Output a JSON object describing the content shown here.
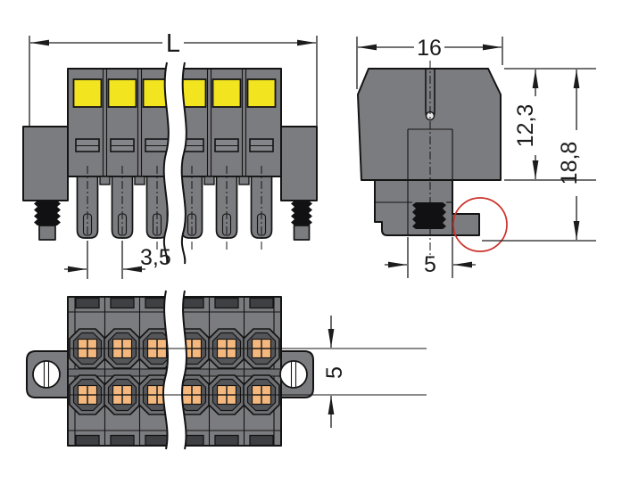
{
  "drawing": {
    "type": "connector-technical-dimension-drawing",
    "front_view": {
      "dim_total_width": "L",
      "dim_pole_pitch": "3,5"
    },
    "side_view": {
      "dim_depth": "16",
      "dim_upper_height": "12,3",
      "dim_total_height": "18,8",
      "dim_foot_width": "5"
    },
    "bottom_view": {
      "dim_row_spacing": "5"
    },
    "colors": {
      "housing_gray": "#7b7c80",
      "coding_yellow": "#f2e41f",
      "contact_orange": "#f4b87e",
      "highlight_red": "#cb3028",
      "line_black": "#141414"
    }
  }
}
